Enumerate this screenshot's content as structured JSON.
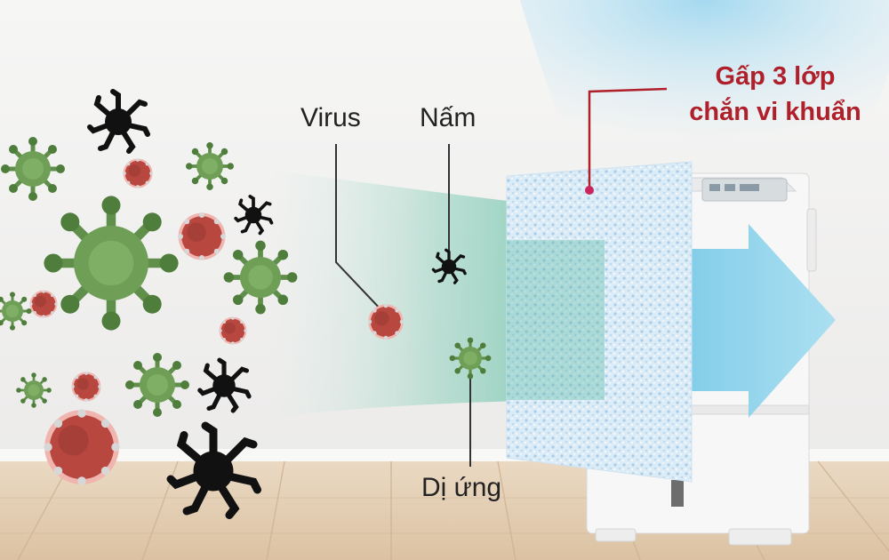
{
  "callout": {
    "line1": "Gấp 3 lớp",
    "line2": "chắn vi khuẩn",
    "color": "#b0202a"
  },
  "labels": {
    "virus": "Virus",
    "fungus": "Nấm",
    "allergen": "Dị ứng"
  },
  "colors": {
    "wall": "#f2f1ef",
    "floor": "#e3ccb0",
    "airflow": "#9ed8ee",
    "germ_green": "#5f8f4a",
    "germ_red": "#b7473f",
    "germ_black": "#111111"
  },
  "icons": [
    "germ-icon",
    "dehumidifier-icon",
    "filter-icon",
    "arrow-icon"
  ]
}
